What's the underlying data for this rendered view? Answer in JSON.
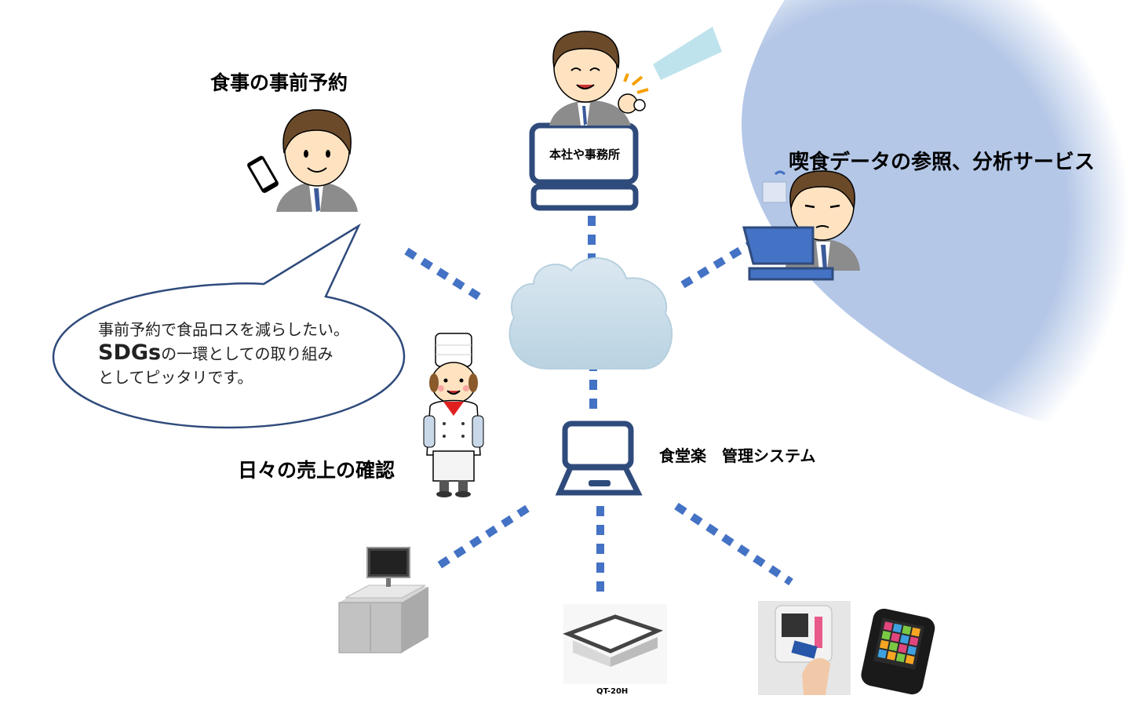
{
  "labels": {
    "advance_reservation": "食事の事前予約",
    "analysis_service": "喫食データの参照、分析サービス",
    "daily_sales": "日々の売上の確認",
    "management_system": "食堂楽　管理システム",
    "head_office": "本社や事務所",
    "qt_model": "QT-20H"
  },
  "speech_bubble": {
    "line1": "事前予約で食品ロスを減らしたい。",
    "line2_emphasis": "SDGs",
    "line2_rest": "の一環としての取り組み",
    "line3": "としてピッタリです。"
  },
  "colors": {
    "accent_blue": "#4472c4",
    "dark_navy": "#2f4b7c",
    "cloud": "#c9dde9",
    "shade": "#b4c7e7",
    "ray": "#bfe3ec"
  }
}
